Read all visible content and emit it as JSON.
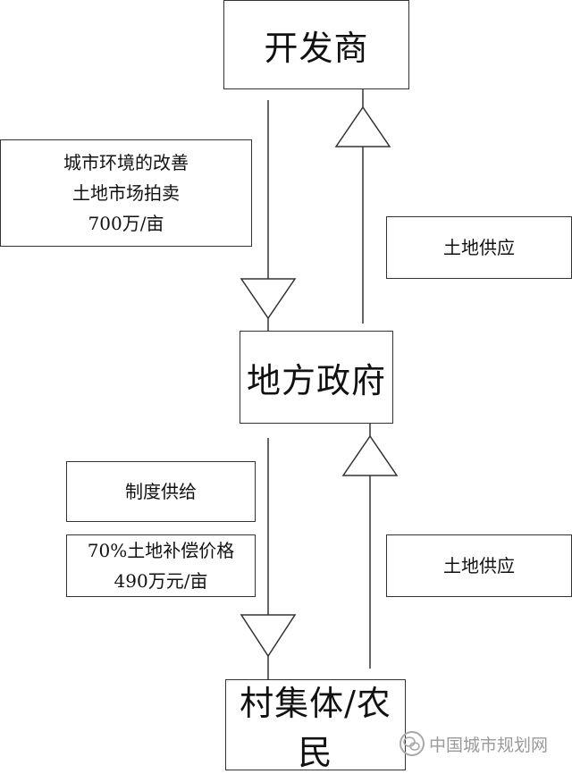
{
  "nodes": {
    "developer": "开发商",
    "local_government": "地方政府",
    "village_collective": "村集体/农民"
  },
  "labels": {
    "top_left": [
      "城市环境的改善",
      "土地市场拍卖",
      "700万/亩"
    ],
    "top_right": "土地供应",
    "mid_left_1": "制度供给",
    "mid_left_2": [
      "70%土地补偿价格",
      "490万元/亩"
    ],
    "bottom_right": "土地供应"
  },
  "watermark": {
    "text": "中国城市规划网",
    "icon": "wechat-icon"
  },
  "colors": {
    "line": "#333333",
    "text": "#111111",
    "watermark": "#9a9a9a"
  }
}
